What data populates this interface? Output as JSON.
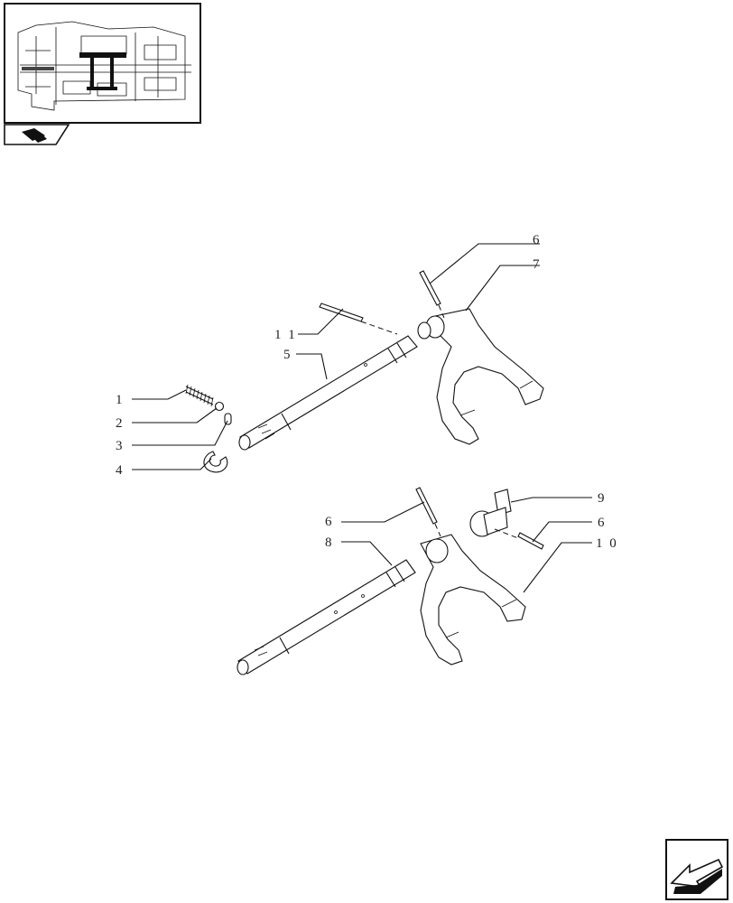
{
  "callouts": [
    {
      "id": "1",
      "label": "1"
    },
    {
      "id": "2",
      "label": "2"
    },
    {
      "id": "3",
      "label": "3"
    },
    {
      "id": "4",
      "label": "4"
    },
    {
      "id": "5",
      "label": "5"
    },
    {
      "id": "6a",
      "label": "6"
    },
    {
      "id": "7",
      "label": "7"
    },
    {
      "id": "11",
      "label": "1 1"
    },
    {
      "id": "6b",
      "label": "6"
    },
    {
      "id": "8",
      "label": "8"
    },
    {
      "id": "9",
      "label": "9"
    },
    {
      "id": "6c",
      "label": "6"
    },
    {
      "id": "10",
      "label": "1 0"
    }
  ],
  "icons": {
    "section": "section-book-icon",
    "navigation": "back-arrow-icon"
  }
}
